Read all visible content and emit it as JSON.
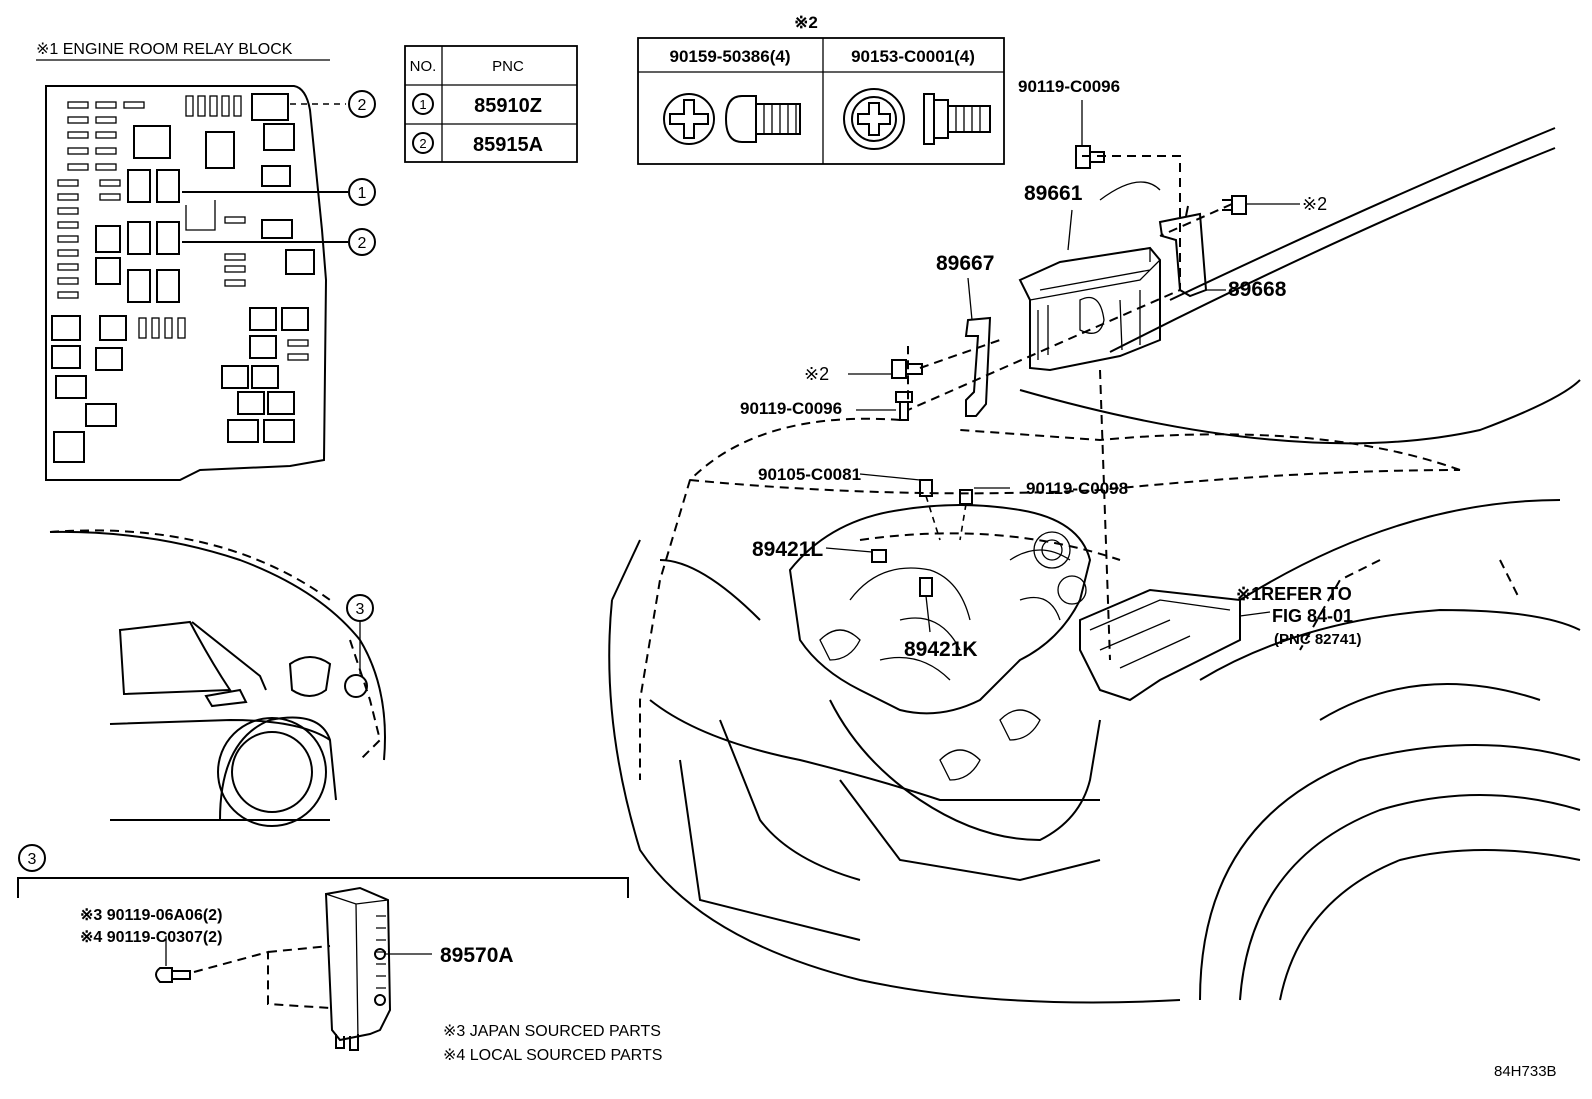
{
  "relay_block": {
    "title": "※1 ENGINE ROOM RELAY BLOCK",
    "callout_1": "1",
    "callout_2": "2"
  },
  "pnc_table": {
    "col_no": "NO.",
    "col_pnc": "PNC",
    "rows": [
      {
        "no": "1",
        "pnc": "85910Z"
      },
      {
        "no": "2",
        "pnc": "85915A"
      }
    ]
  },
  "fastener_table": {
    "note": "※2",
    "col_1": "90159-50386(4)",
    "col_2": "90153-C0001(4)"
  },
  "parts": {
    "p_90119_c0096_top": "90119-C0096",
    "p_89661": "89661",
    "p_89667": "89667",
    "p_89668": "89668",
    "p_note2_right": "※2",
    "p_note2_left": "※2",
    "p_90119_c0096_left": "90119-C0096",
    "p_90105_c0081": "90105-C0081",
    "p_90119_c0098": "90119-C0098",
    "p_89421L": "89421L",
    "p_89421K": "89421K",
    "refer_line1": "※1REFER TO",
    "refer_line2": "FIG 84-01",
    "refer_line3": "(PNC 82741)"
  },
  "rear_view": {
    "callout": "3"
  },
  "detail_3": {
    "callout": "3",
    "bolt_a": "※3 90119-06A06(2)",
    "bolt_b": "※4 90119-C0307(2)",
    "module": "89570A",
    "legend_3": "※3 JAPAN SOURCED PARTS",
    "legend_4": "※4 LOCAL SOURCED PARTS"
  },
  "figure_code": "84H733B"
}
